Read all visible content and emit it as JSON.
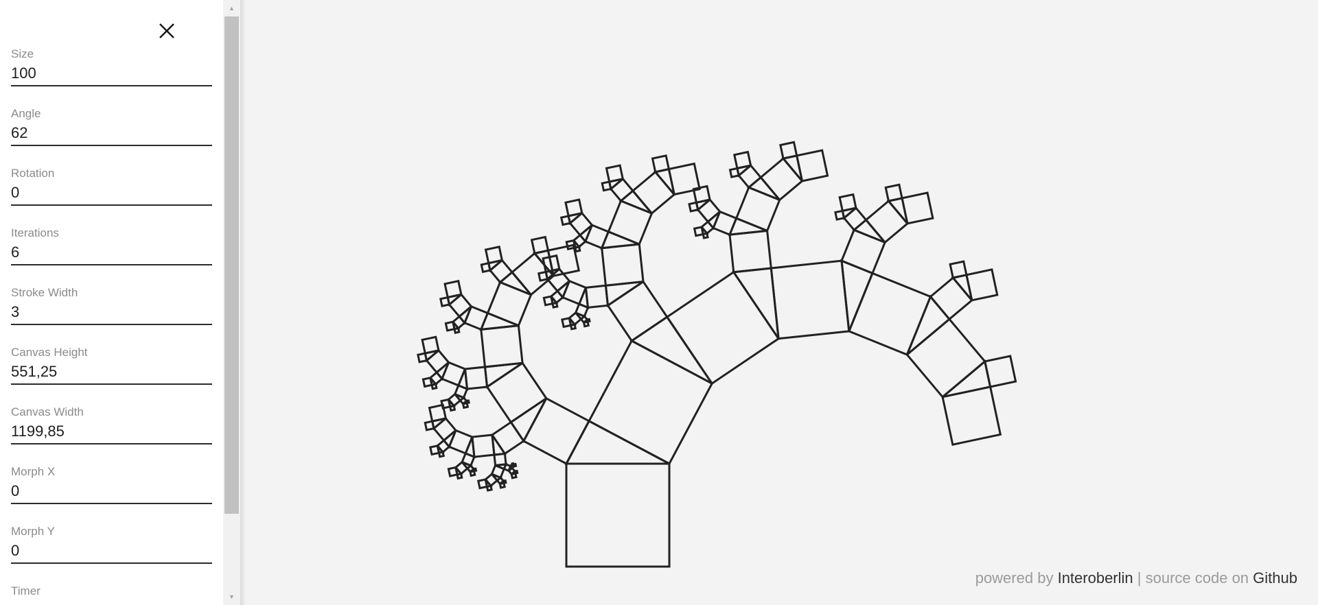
{
  "panel": {
    "fields": [
      {
        "id": "size",
        "label": "Size",
        "value": "100"
      },
      {
        "id": "angle",
        "label": "Angle",
        "value": "62"
      },
      {
        "id": "rotation",
        "label": "Rotation",
        "value": "0"
      },
      {
        "id": "iterations",
        "label": "Iterations",
        "value": "6"
      },
      {
        "id": "stroke_width",
        "label": "Stroke Width",
        "value": "3"
      },
      {
        "id": "canvas_height",
        "label": "Canvas Height",
        "value": "551,25"
      },
      {
        "id": "canvas_width",
        "label": "Canvas Width",
        "value": "1199,85"
      },
      {
        "id": "morph_x",
        "label": "Morph X",
        "value": "0"
      },
      {
        "id": "morph_y",
        "label": "Morph Y",
        "value": "0"
      },
      {
        "id": "timer",
        "label": "Timer",
        "value": ""
      }
    ]
  },
  "tree": {
    "size": 100,
    "angle": 62,
    "rotation": 0,
    "iterations": 6,
    "stroke_width": 3,
    "stroke_color": "#222222"
  },
  "footer": {
    "powered_prefix": "powered by",
    "powered_link": "Interoberlin",
    "separator": "| source code on",
    "source_link": "Github"
  },
  "colors": {
    "background": "#f3f3f3",
    "panel": "#ffffff",
    "text_muted": "#8a8a8a",
    "link": "#333333"
  }
}
